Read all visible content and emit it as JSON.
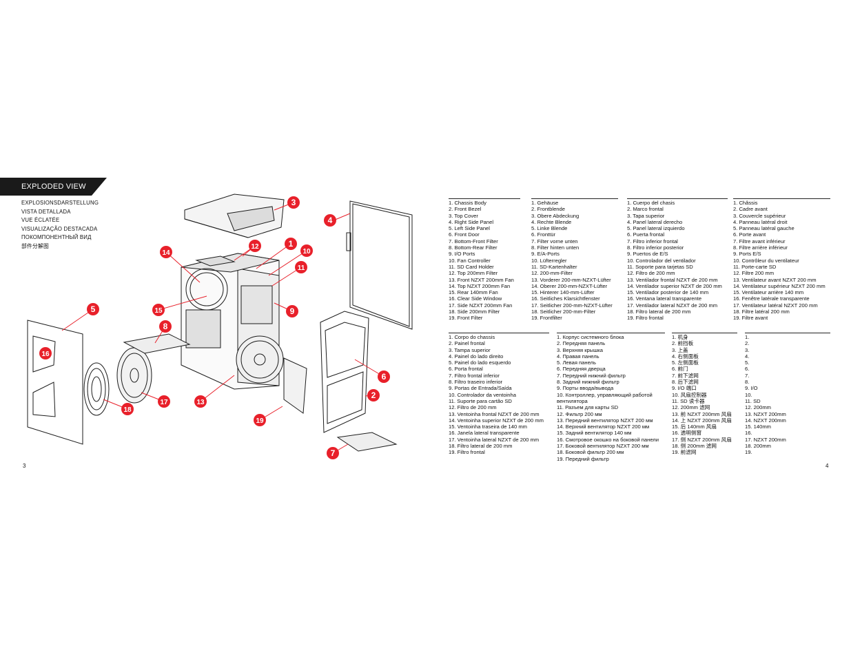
{
  "header": {
    "title": "EXPLODED VIEW",
    "subtitles": [
      "EXPLOSIONSDARSTELLUNG",
      "VISTA DETALLADA",
      "VUE ÉCLATÉE",
      "VISUALIZAÇÃO DESTACADA",
      "ПОКОМПОНЕНТНЫЙ ВИД",
      "部件分解图"
    ]
  },
  "colors": {
    "accent": "#e8202a",
    "banner": "#1a1a1a"
  },
  "callouts": [
    "1",
    "2",
    "3",
    "4",
    "5",
    "6",
    "7",
    "8",
    "9",
    "10",
    "11",
    "12",
    "13",
    "14",
    "15",
    "16",
    "17",
    "18",
    "19"
  ],
  "page_numbers": {
    "left": "3",
    "right": "4"
  },
  "lists": {
    "english": [
      "1. Chassis Body",
      "2. Front Bezel",
      "3. Top Cover",
      "4. Right Side Panel",
      "5. Left Side Panel",
      "6. Front Door",
      "7. Bottom-Front Filter",
      "8. Bottom-Rear Filter",
      "9. I/O Ports",
      "10. Fan Controller",
      "11. SD Card Holder",
      "12. Top 200mm Filter",
      "13. Front NZXT 200mm Fan",
      "14. Top NZXT 200mm Fan",
      "15. Rear 140mm Fan",
      "16. Clear Side Window",
      "17. Side NZXT 200mm Fan",
      "18. Side 200mm Filter",
      "19. Front Filter"
    ],
    "german": [
      "1. Gehäuse",
      "2. Frontblende",
      "3. Obere Abdeckung",
      "4. Rechte Blende",
      "5. Linke Blende",
      "6. Fronttür",
      "7. Filter vorne unten",
      "8. Filter hinten unten",
      "9. E/A-Ports",
      "10. Lüfterregler",
      "11. SD-Kartenhalter",
      "12. 200-mm-Filter",
      "13. Vorderer 200-mm-NZXT-Lüfter",
      "14. Oberer 200-mm-NZXT-Lüfter",
      "15. Hinterer 140-mm-Lüfter",
      "16. Seitliches Klarsichtfenster",
      "17. Seitlicher 200-mm-NZXT-Lüfter",
      "18. Seitlicher 200-mm-Filter",
      "19. Frontfilter"
    ],
    "spanish": [
      "1. Cuerpo del chasis",
      "2. Marco frontal",
      "3. Tapa superior",
      "4. Panel lateral derecho",
      "5. Panel lateral izquierdo",
      "6. Puerta frontal",
      "7. Filtro inferior frontal",
      "8. Filtro inferior posterior",
      "9. Puertos de E/S",
      "10. Controlador del ventilador",
      "11. Soporte para tarjetas SD",
      "12. Filtro de 200 mm",
      "13. Ventilador frontal NZXT de 200 mm",
      "14. Ventilador superior NZXT de 200 mm",
      "15. Ventilador posterior de 140 mm",
      "16. Ventana lateral transparente",
      "17. Ventilador lateral NZXT de 200 mm",
      "18. Filtro lateral de 200 mm",
      "19. Filtro frontal"
    ],
    "french": [
      "1. Châssis",
      "2. Cadre avant",
      "3. Couvercle supérieur",
      "4. Panneau latéral droit",
      "5. Panneau latéral gauche",
      "6. Porte avant",
      "7. Filtre avant inférieur",
      "8. Filtre arrière inférieur",
      "9. Ports E/S",
      "10. Contrôleur du ventilateur",
      "11. Porte-carte SD",
      "12. Filtre 200 mm",
      "13. Ventilateur avant NZXT 200 mm",
      "14. Ventilateur supérieur NZXT 200 mm",
      "15. Ventilateur arrière 140 mm",
      "16. Fenêtre latérale transparente",
      "17. Ventilateur latéral NZXT 200 mm",
      "18. Filtre latéral 200 mm",
      "19. Filtre avant"
    ],
    "portuguese": [
      "1. Corpo do chassis",
      "2. Painel frontal",
      "3. Tampa superior",
      "4. Painel do lado direito",
      "5. Painel do lado esquerdo",
      "6. Porta frontal",
      "7. Filtro frontal inferior",
      "8. Filtro traseiro inferior",
      "9. Portas de Entrada/Saída",
      "10. Controlador da ventoinha",
      "11. Suporte para cartão SD",
      "12. Filtro de 200 mm",
      "13. Ventoinha frontal NZXT de 200 mm",
      "14. Ventoinha superior NZXT de 200 mm",
      "15. Ventoinha traseira de 140 mm",
      "16. Janela lateral transparente",
      "17. Ventoinha lateral NZXT de 200 mm",
      "18. Filtro lateral de 200 mm",
      "19. Filtro frontal"
    ],
    "russian": [
      "1. Корпус системного блока",
      "2. Передняя панель",
      "3. Верхняя крышка",
      "4. Правая панель",
      "5. Левая панель",
      "6. Передняя дверца",
      "7. Передний нижний фильтр",
      "8. Задний нижний фильтр",
      "9. Порты ввода/вывода",
      "10. Контроллер, управляющий работой",
      "вентилятора",
      "11. Разъем для карты SD",
      "12. Фильтр 200 мм",
      "13. Передний вентилятор NZXT 200 мм",
      "14. Верхний вентилятор NZXT 200 мм",
      "15. Задний вентилятор 140 мм",
      "16. Смотровое окошко на боковой панели",
      "17. Боковой вентилятор NZXT 200 мм",
      "18. Боковой фильтр 200 мм",
      "19. Передний фильтр"
    ],
    "chinese": [
      "1.  机身",
      "2.  前挡板",
      "3.  上盖",
      "4.  右侧面板",
      "5.  左侧面板",
      "6.  前门",
      "7.  前下滤网",
      "8.  后下滤网",
      "9.  I/O 端口",
      "10.  风扇控制器",
      "11.  SD 读卡器",
      "12.  200mm 滤网",
      "13.  前 NZXT 200mm 风扇",
      "14.  上 NZXT 200mm 风扇",
      "15.  后 140mm 风扇",
      "16.  透明侧窗",
      "17.  侧 NZXT 200mm 风扇",
      "18.  侧 200mm 滤网",
      "19.  前滤网"
    ],
    "japanese": [
      "1.",
      "2.",
      "3.",
      "4.",
      "5.",
      "6.",
      "7.",
      "8.",
      "9. I/O",
      "10.",
      "11. SD",
      "12. 200mm",
      "13.        NZXT 200mm",
      "14.        NZXT 200mm",
      "15.        140mm",
      "16.",
      "17.               NZXT 200mm",
      "18.               200mm",
      "19."
    ]
  }
}
